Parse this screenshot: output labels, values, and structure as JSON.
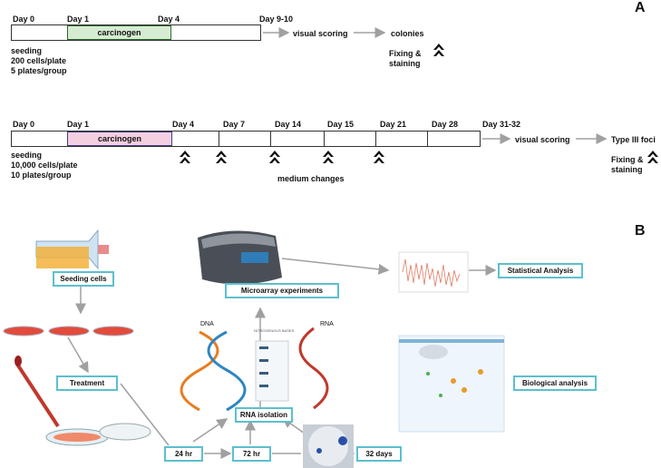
{
  "panelA": {
    "label": "A",
    "row1": {
      "days": [
        "Day 0",
        "Day 1",
        "Day 4",
        "Day 9-10"
      ],
      "carcinogen": "carcinogen",
      "next1": "visual scoring",
      "next2": "colonies",
      "fixing": "Fixing &",
      "staining": "staining",
      "setup": [
        "seeding",
        "200 cells/plate",
        "5 plates/group"
      ]
    },
    "row2": {
      "days": [
        "Day 0",
        "Day 1",
        "Day 4",
        "Day 7",
        "Day 14",
        "Day 15",
        "Day 21",
        "Day 28",
        "Day 31-32"
      ],
      "carcinogen": "carcinogen",
      "next1": "visual scoring",
      "next2": "Type III foci",
      "fixing": "Fixing &",
      "staining": "staining",
      "setup": [
        "seeding",
        "10,000 cells/plate",
        "10 plates/group"
      ],
      "medium": "medium changes"
    }
  },
  "panelB": {
    "label": "B",
    "seeding": "Seeding cells",
    "treatment": "Treatment",
    "microarray": "Microarray experiments",
    "statistical": "Statistical Analysis",
    "biological": "Biological analysis",
    "rna_isolation": "RNA isolation",
    "t24": "24 hr",
    "t72": "72 hr",
    "t32": "32 days",
    "dna": "DNA",
    "rna": "RNA",
    "bases": "NITROGENOUS BASES"
  },
  "colors": {
    "carcinogen1": "#d6ecd2",
    "carcinogen1_border": "#2f6b2f",
    "carcinogen2": "#f4cfe0",
    "carcinogen2_border": "#3c3c8a",
    "teal": "#5bc0cf",
    "arrow": "#a0a0a0"
  }
}
